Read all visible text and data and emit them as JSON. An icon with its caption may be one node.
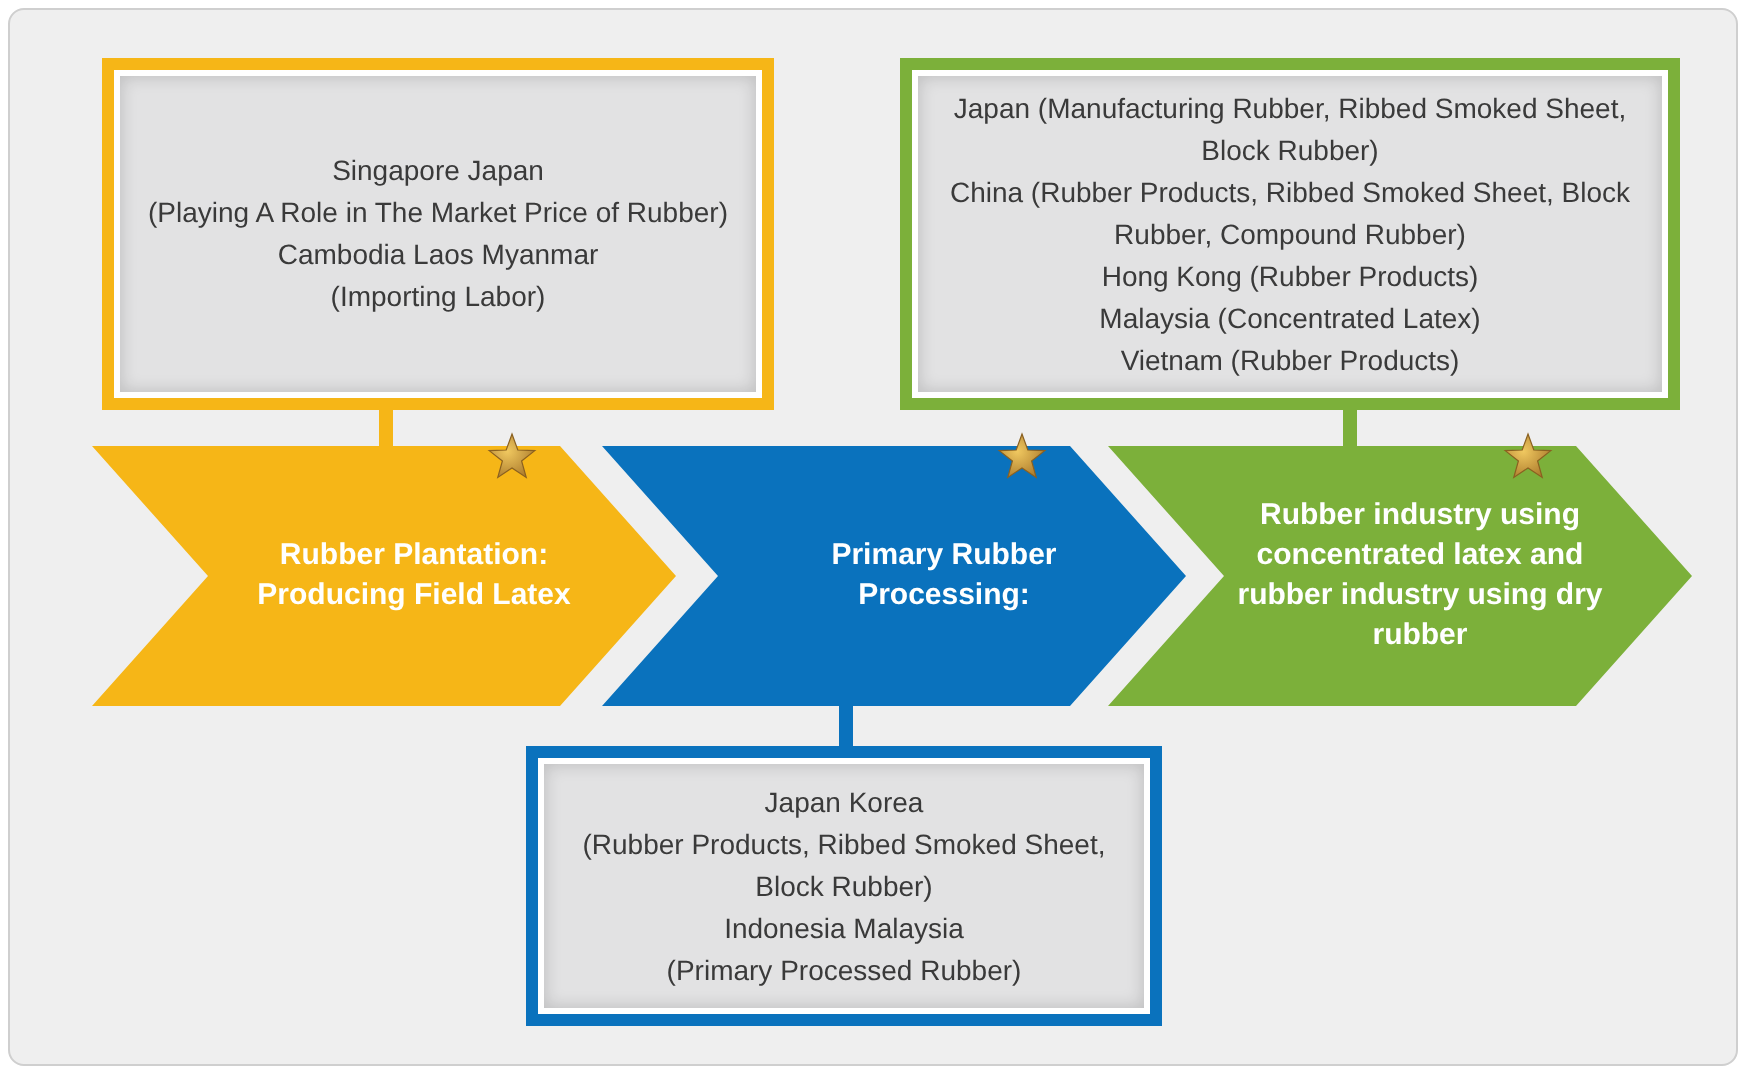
{
  "diagram": {
    "nodes": [
      {
        "text": [
          "Singapore Japan",
          "(Playing A Role in The Market Price of Rubber)",
          "Cambodia Laos Myanmar",
          "(Importing Labor)"
        ]
      },
      {
        "text": [
          "Rubber Plantation: Producing Field Latex"
        ]
      },
      {
        "text": [
          "Primary Rubber Processing:"
        ]
      },
      {
        "text": [
          "Rubber industry using concentrated latex and rubber industry using dry rubber"
        ]
      },
      {
        "text": [
          "Japan (Manufacturing Rubber, Ribbed Smoked Sheet, Block Rubber)",
          "China (Rubber Products, Ribbed Smoked Sheet, Block Rubber, Compound Rubber)",
          "Hong Kong (Rubber Products)",
          "Malaysia (Concentrated Latex)",
          "Vietnam (Rubber Products)"
        ]
      },
      {
        "text": [
          "Japan Korea",
          "(Rubber Products, Ribbed Smoked Sheet, Block Rubber)",
          "Indonesia Malaysia",
          "(Primary Processed Rubber)"
        ]
      }
    ],
    "edges": [
      {
        "from": 0,
        "to": 1,
        "arrow": "none",
        "color": "#f6b617"
      },
      {
        "from": 4,
        "to": 3,
        "arrow": "none",
        "color": "#7cb03a"
      },
      {
        "from": 2,
        "to": 5,
        "arrow": "none",
        "color": "#0a72bd"
      }
    ]
  }
}
